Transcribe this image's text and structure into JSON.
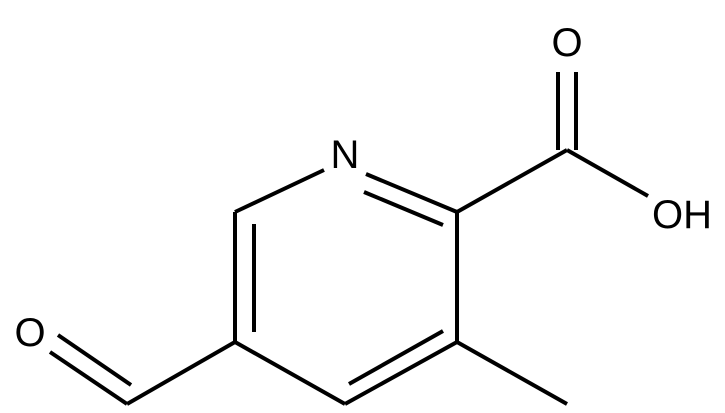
{
  "structure": {
    "atom_labels": {
      "ring_nitrogen": "N",
      "carbonyl_oxygen": "O",
      "hydroxyl": "OH",
      "aldehyde_oxygen": "O"
    },
    "colors": {
      "bond": "#000000",
      "label": "#000000",
      "background": "#ffffff"
    }
  }
}
